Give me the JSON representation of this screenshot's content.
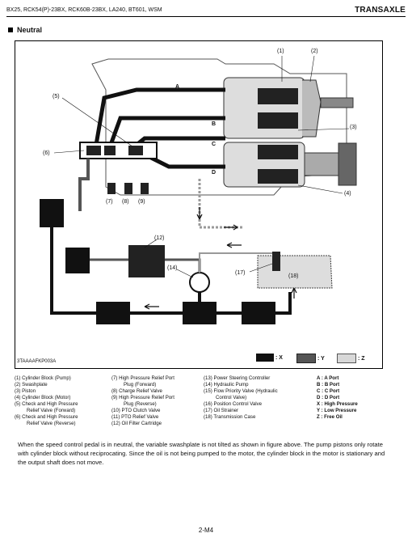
{
  "header": {
    "models": "BX25, RCK54(P)-23BX, RCK60B-23BX, LA240, BT601, WSM",
    "section": "TRANSAXLE"
  },
  "section_title": "Neutral",
  "figure": {
    "code": "3TAAAAFKP003A",
    "callouts": [
      "(1)",
      "(2)",
      "(3)",
      "(4)",
      "(5)",
      "(6)",
      "(7)",
      "(8)",
      "(9)",
      "(12)",
      "(14)",
      "(17)",
      "(18)"
    ],
    "ports": [
      "A",
      "B",
      "C",
      "D"
    ],
    "legend": [
      {
        "key": "X",
        "label": ": X",
        "color": "#111111"
      },
      {
        "key": "Y",
        "label": ": Y",
        "color": "#555555"
      },
      {
        "key": "Z",
        "label": ": Z",
        "color": "#d8d8d8"
      }
    ]
  },
  "parts_col1": [
    "(1) Cylinder Block (Pump)",
    "(2) Swashplate",
    "(3) Piston",
    "(4) Cylinder Block (Motor)",
    "(5) Check and High Pressure",
    "Relief Valve (Forward)",
    "(6) Check and High Pressure",
    "Relief Valve (Reverse)"
  ],
  "parts_col2": [
    "(7) High Pressure Relief Port",
    "Plug (Forward)",
    "(8) Charge Relief Valve",
    "(9) High Pressure Relief Port",
    "Plug (Reverse)",
    "(10) PTO Clutch Valve",
    "(11) PTO Relief Valve",
    "(12) Oil Filter Cartridge"
  ],
  "parts_col3": [
    "(13) Power Steering Controller",
    "(14) Hydraulic Pump",
    "(15) Flow Priority Valve (Hydraulic",
    "Control Valve)",
    "(16) Position Control Valve",
    "(17) Oil Strainer",
    "(18) Transmission Case"
  ],
  "parts_col4": [
    "A : A Port",
    "B : B Port",
    "C : C Port",
    "D : D Port",
    "X : High Pressure",
    "Y : Low Pressure",
    "Z : Free Oil"
  ],
  "description": "When the speed control pedal is in neutral, the variable swashplate is not tilted as shown in figure above. The pump pistons only rotate with cylinder block without reciprocating. Since the oil is not being pumped to the motor, the cylinder block in the motor is stationary and the output shaft does not move.",
  "page_number": "2-M4"
}
